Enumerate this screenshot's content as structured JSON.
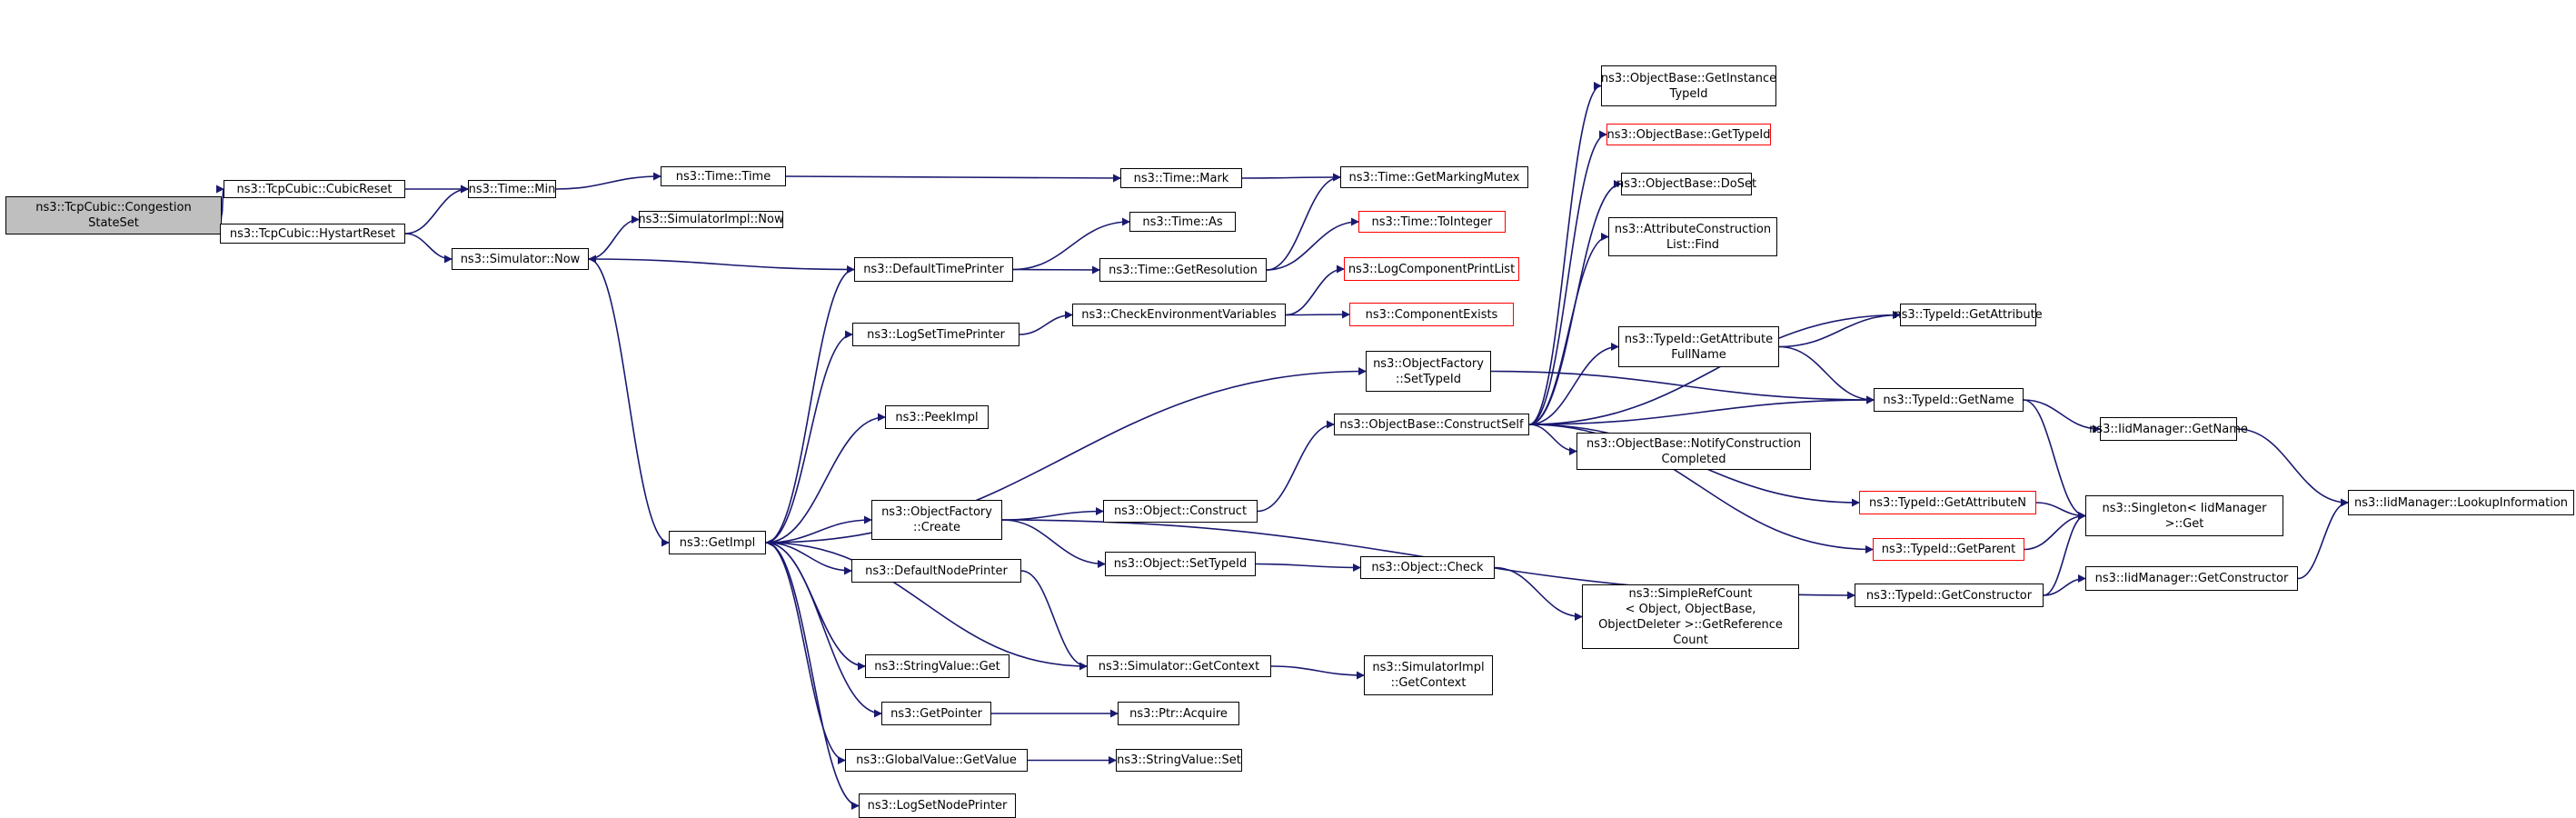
{
  "colors": {
    "edge": "#191970",
    "node_border": "#000000",
    "node_border_incomplete": "#ff0000",
    "root_fill": "#bfbfbf",
    "background": "#ffffff"
  },
  "nodes": [
    {
      "id": "n0",
      "label": "ns3::TcpCubic::Congestion\nStateSet",
      "style": "root"
    },
    {
      "id": "n1",
      "label": "ns3::TcpCubic::CubicReset"
    },
    {
      "id": "n2",
      "label": "ns3::TcpCubic::HystartReset"
    },
    {
      "id": "n3",
      "label": "ns3::Time::Min"
    },
    {
      "id": "n4",
      "label": "ns3::Simulator::Now"
    },
    {
      "id": "n5",
      "label": "ns3::Time::Time"
    },
    {
      "id": "n6",
      "label": "ns3::SimulatorImpl::Now"
    },
    {
      "id": "n7",
      "label": "ns3::GetImpl"
    },
    {
      "id": "n8",
      "label": "ns3::Time::Mark"
    },
    {
      "id": "n9",
      "label": "ns3::Time::GetMarkingMutex"
    },
    {
      "id": "n10",
      "label": "ns3::DefaultTimePrinter"
    },
    {
      "id": "n11",
      "label": "ns3::Time::As"
    },
    {
      "id": "n12",
      "label": "ns3::Time::GetResolution"
    },
    {
      "id": "n13",
      "label": "ns3::Time::ToInteger",
      "style": "red"
    },
    {
      "id": "n14",
      "label": "ns3::LogSetTimePrinter"
    },
    {
      "id": "n15",
      "label": "ns3::CheckEnvironmentVariables"
    },
    {
      "id": "n16",
      "label": "ns3::LogComponentPrintList",
      "style": "red"
    },
    {
      "id": "n17",
      "label": "ns3::ComponentExists",
      "style": "red"
    },
    {
      "id": "n18",
      "label": "ns3::PeekImpl"
    },
    {
      "id": "n19",
      "label": "ns3::ObjectFactory\n::SetTypeId"
    },
    {
      "id": "n20",
      "label": "ns3::ObjectFactory\n::Create"
    },
    {
      "id": "n21",
      "label": "ns3::Object::Construct"
    },
    {
      "id": "n22",
      "label": "ns3::Object::SetTypeId"
    },
    {
      "id": "n23",
      "label": "ns3::Object::Check"
    },
    {
      "id": "n24",
      "label": "ns3::ObjectBase::ConstructSelf"
    },
    {
      "id": "n25",
      "label": "ns3::ObjectBase::GetInstance\nTypeId"
    },
    {
      "id": "n26",
      "label": "ns3::ObjectBase::GetTypeId",
      "style": "red"
    },
    {
      "id": "n27",
      "label": "ns3::ObjectBase::DoSet"
    },
    {
      "id": "n28",
      "label": "ns3::AttributeConstruction\nList::Find"
    },
    {
      "id": "n29",
      "label": "ns3::TypeId::GetAttribute\nFullName"
    },
    {
      "id": "n30",
      "label": "ns3::TypeId::GetAttribute"
    },
    {
      "id": "n31",
      "label": "ns3::TypeId::GetName"
    },
    {
      "id": "n32",
      "label": "ns3::IidManager::GetName"
    },
    {
      "id": "n33",
      "label": "ns3::ObjectBase::NotifyConstruction\nCompleted"
    },
    {
      "id": "n34",
      "label": "ns3::TypeId::GetAttributeN",
      "style": "red"
    },
    {
      "id": "n35",
      "label": "ns3::Singleton< IidManager\n>::Get"
    },
    {
      "id": "n36",
      "label": "ns3::TypeId::GetParent",
      "style": "red"
    },
    {
      "id": "n37",
      "label": "ns3::IidManager::LookupInformation"
    },
    {
      "id": "n38",
      "label": "ns3::TypeId::GetConstructor"
    },
    {
      "id": "n39",
      "label": "ns3::IidManager::GetConstructor"
    },
    {
      "id": "n40",
      "label": "ns3::SimpleRefCount\n< Object, ObjectBase,\n ObjectDeleter >::GetReference\nCount"
    },
    {
      "id": "n41",
      "label": "ns3::DefaultNodePrinter"
    },
    {
      "id": "n42",
      "label": "ns3::Simulator::GetContext"
    },
    {
      "id": "n43",
      "label": "ns3::SimulatorImpl\n::GetContext"
    },
    {
      "id": "n44",
      "label": "ns3::StringValue::Get"
    },
    {
      "id": "n45",
      "label": "ns3::GetPointer"
    },
    {
      "id": "n46",
      "label": "ns3::Ptr::Acquire"
    },
    {
      "id": "n47",
      "label": "ns3::GlobalValue::GetValue"
    },
    {
      "id": "n48",
      "label": "ns3::StringValue::Set"
    },
    {
      "id": "n49",
      "label": "ns3::LogSetNodePrinter"
    }
  ]
}
